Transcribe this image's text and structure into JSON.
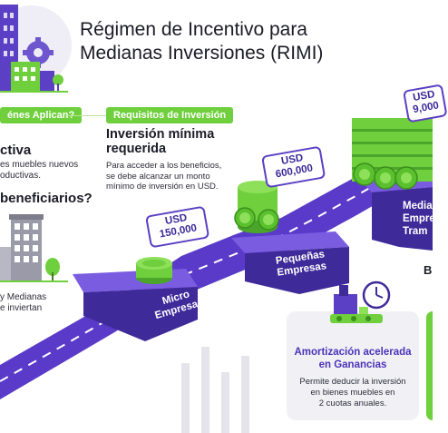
{
  "title_line1": "Régimen de Incentivo para",
  "title_line2": "Medianas Inversiones (RIMI)",
  "left": {
    "tag": "énes Aplican?",
    "heading1": "ctiva",
    "text1_line1": "es muebles nuevos",
    "text1_line2": "oductivas.",
    "heading2": "beneficiarios?",
    "text2_line1": "y Medianas",
    "text2_line2": "e inviertan"
  },
  "requirements": {
    "tag": "Requisitos de Inversión",
    "heading_line1": "Inversión mínima",
    "heading_line2": "requerida",
    "text_line1": "Para acceder a los beneficios,",
    "text_line2": "se debe alcanzar un monto",
    "text_line3": "mínimo de inversión en USD."
  },
  "prices": {
    "p1_line1": "USD",
    "p1_line2": "150,000",
    "p2_line1": "USD",
    "p2_line2": "600,000",
    "p3_line1": "USD",
    "p3_line2": "9,000"
  },
  "platforms": {
    "micro_line1": "Micro",
    "micro_line2": "Empresas",
    "pequenas_line1": "Pequeñas",
    "pequenas_line2": "Empresas",
    "medianas_line1": "Media",
    "medianas_line2": "Empre",
    "medianas_line3": "Tram"
  },
  "right_label": "B",
  "card": {
    "title_line1": "Amortización acelerada",
    "title_line2": "en Ganancias",
    "text_line1": "Permite deducir la inversión",
    "text_line2": "en bienes muebles en",
    "text_line3": "2 cuotas anuales."
  },
  "colors": {
    "purple": "#5b3fc4",
    "green": "#6fcf3d",
    "dark_purple": "#3f2a9a"
  }
}
